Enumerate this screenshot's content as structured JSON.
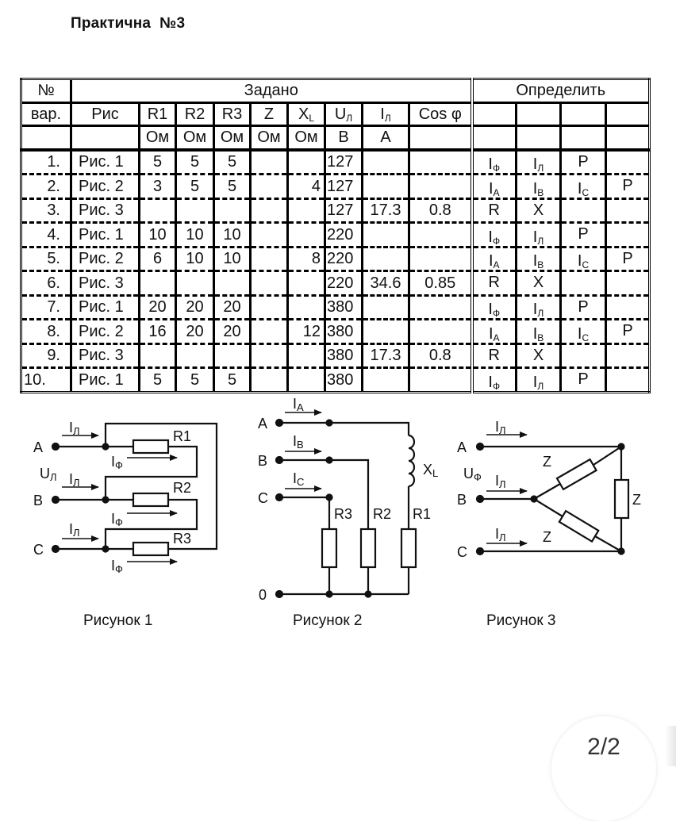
{
  "title": "Практична  №3",
  "table": {
    "header": {
      "num_label_1": "№",
      "num_label_2": "вар.",
      "given_label": "Задано",
      "determine_label": "Определить",
      "fig_col": "Рис",
      "r1": "R1",
      "r2": "R2",
      "r3": "R3",
      "z": "Z",
      "xl_main": "X",
      "xl_sub": "L",
      "ul_main": "U",
      "ul_sub": "Л",
      "il_main": "I",
      "il_sub": "Л",
      "cos": "Cos φ",
      "units": {
        "r1": "Ом",
        "r2": "Ом",
        "r3": "Ом",
        "z": "Ом",
        "xl": "Ом",
        "ul": "В",
        "il": "А"
      }
    },
    "rows": [
      {
        "num": "1.",
        "fig": "Рис. 1",
        "r1": "5",
        "r2": "5",
        "r3": "5",
        "z": "",
        "xl": "",
        "ul": "127",
        "il": "",
        "cos": "",
        "det": [
          [
            "I",
            "Ф"
          ],
          [
            "I",
            "Л"
          ],
          [
            "P",
            ""
          ],
          [
            "",
            ""
          ]
        ]
      },
      {
        "num": "2.",
        "fig": "Рис. 2",
        "r1": "3",
        "r2": "5",
        "r3": "5",
        "z": "",
        "xl": "4",
        "ul": "127",
        "il": "",
        "cos": "",
        "det": [
          [
            "I",
            "A"
          ],
          [
            "I",
            "B"
          ],
          [
            "I",
            "C"
          ],
          [
            "P",
            ""
          ]
        ]
      },
      {
        "num": "3.",
        "fig": "Рис. 3",
        "r1": "",
        "r2": "",
        "r3": "",
        "z": "",
        "xl": "",
        "ul": "127",
        "il": "17.3",
        "cos": "0.8",
        "det": [
          [
            "R",
            ""
          ],
          [
            "X",
            ""
          ],
          [
            "",
            ""
          ],
          [
            "",
            ""
          ]
        ]
      },
      {
        "num": "4.",
        "fig": "Рис. 1",
        "r1": "10",
        "r2": "10",
        "r3": "10",
        "z": "",
        "xl": "",
        "ul": "220",
        "il": "",
        "cos": "",
        "det": [
          [
            "I",
            "Ф"
          ],
          [
            "I",
            "Л"
          ],
          [
            "P",
            ""
          ],
          [
            "",
            ""
          ]
        ]
      },
      {
        "num": "5.",
        "fig": "Рис. 2",
        "r1": "6",
        "r2": "10",
        "r3": "10",
        "z": "",
        "xl": "8",
        "ul": "220",
        "il": "",
        "cos": "",
        "det": [
          [
            "I",
            "A"
          ],
          [
            "I",
            "B"
          ],
          [
            "I",
            "C"
          ],
          [
            "P",
            ""
          ]
        ]
      },
      {
        "num": "6.",
        "fig": "Рис. 3",
        "r1": "",
        "r2": "",
        "r3": "",
        "z": "",
        "xl": "",
        "ul": "220",
        "il": "34.6",
        "cos": "0.85",
        "det": [
          [
            "R",
            ""
          ],
          [
            "X",
            ""
          ],
          [
            "",
            ""
          ],
          [
            "",
            ""
          ]
        ]
      },
      {
        "num": "7.",
        "fig": "Рис. 1",
        "r1": "20",
        "r2": "20",
        "r3": "20",
        "z": "",
        "xl": "",
        "ul": "380",
        "il": "",
        "cos": "",
        "det": [
          [
            "I",
            "Ф"
          ],
          [
            "I",
            "Л"
          ],
          [
            "P",
            ""
          ],
          [
            "",
            ""
          ]
        ]
      },
      {
        "num": "8.",
        "fig": "Рис. 2",
        "r1": "16",
        "r2": "20",
        "r3": "20",
        "z": "",
        "xl": "12",
        "ul": "380",
        "il": "",
        "cos": "",
        "det": [
          [
            "I",
            "A"
          ],
          [
            "I",
            "B"
          ],
          [
            "I",
            "C"
          ],
          [
            "P",
            ""
          ]
        ]
      },
      {
        "num": "9.",
        "fig": "Рис. 3",
        "r1": "",
        "r2": "",
        "r3": "",
        "z": "",
        "xl": "",
        "ul": "380",
        "il": "17.3",
        "cos": "0.8",
        "det": [
          [
            "R",
            ""
          ],
          [
            "X",
            ""
          ],
          [
            "",
            ""
          ],
          [
            "",
            ""
          ]
        ]
      },
      {
        "num": "10.",
        "fig": "Рис. 1",
        "r1": "5",
        "r2": "5",
        "r3": "5",
        "z": "",
        "xl": "",
        "ul": "380",
        "il": "",
        "cos": "",
        "det": [
          [
            "I",
            "Ф"
          ],
          [
            "I",
            "Л"
          ],
          [
            "P",
            ""
          ],
          [
            "",
            ""
          ]
        ]
      }
    ]
  },
  "figures": {
    "fig1": {
      "caption": "Рисунок 1",
      "nodes": [
        "A",
        "B",
        "C"
      ],
      "line_voltage": [
        "U",
        "Л"
      ],
      "line_current": [
        "I",
        "Л"
      ],
      "phase_current": [
        "I",
        "Ф"
      ],
      "resistors": [
        "R1",
        "R2",
        "R3"
      ]
    },
    "fig2": {
      "caption": "Рисунок 2",
      "nodes": [
        "A",
        "B",
        "C",
        "0"
      ],
      "currents": [
        [
          "I",
          "A"
        ],
        [
          "I",
          "B"
        ],
        [
          "I",
          "C"
        ]
      ],
      "inductor": [
        "X",
        "L"
      ],
      "resistors": [
        "R3",
        "R2",
        "R1"
      ]
    },
    "fig3": {
      "caption": "Рисунок 3",
      "nodes": [
        "A",
        "B",
        "C"
      ],
      "phase_voltage": [
        "U",
        "Ф"
      ],
      "line_current": [
        "I",
        "Л"
      ],
      "impedances": [
        "Z",
        "Z",
        "Z"
      ]
    }
  },
  "pager": {
    "label": "2/2"
  }
}
